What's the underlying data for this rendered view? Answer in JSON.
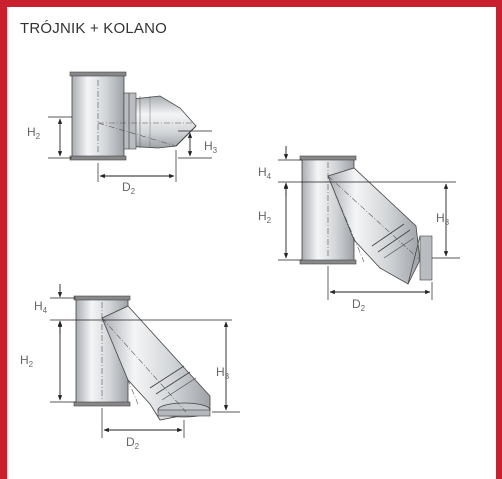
{
  "title": "TRÓJNIK + KOLANO",
  "colors": {
    "frame": "#c8202f",
    "pipe_fill": "#d2d5d8",
    "line": "#333333"
  },
  "diagram_top": {
    "labels": [
      {
        "base": "H",
        "sub": "2"
      },
      {
        "base": "H",
        "sub": "3"
      },
      {
        "base": "D",
        "sub": "2"
      }
    ]
  },
  "diagram_right": {
    "labels": [
      {
        "base": "H",
        "sub": "4"
      },
      {
        "base": "H",
        "sub": "2"
      },
      {
        "base": "H",
        "sub": "3"
      },
      {
        "base": "D",
        "sub": "2"
      }
    ]
  },
  "diagram_bottom": {
    "labels": [
      {
        "base": "H",
        "sub": "4"
      },
      {
        "base": "H",
        "sub": "2"
      },
      {
        "base": "H",
        "sub": "3"
      },
      {
        "base": "D",
        "sub": "2"
      }
    ]
  }
}
